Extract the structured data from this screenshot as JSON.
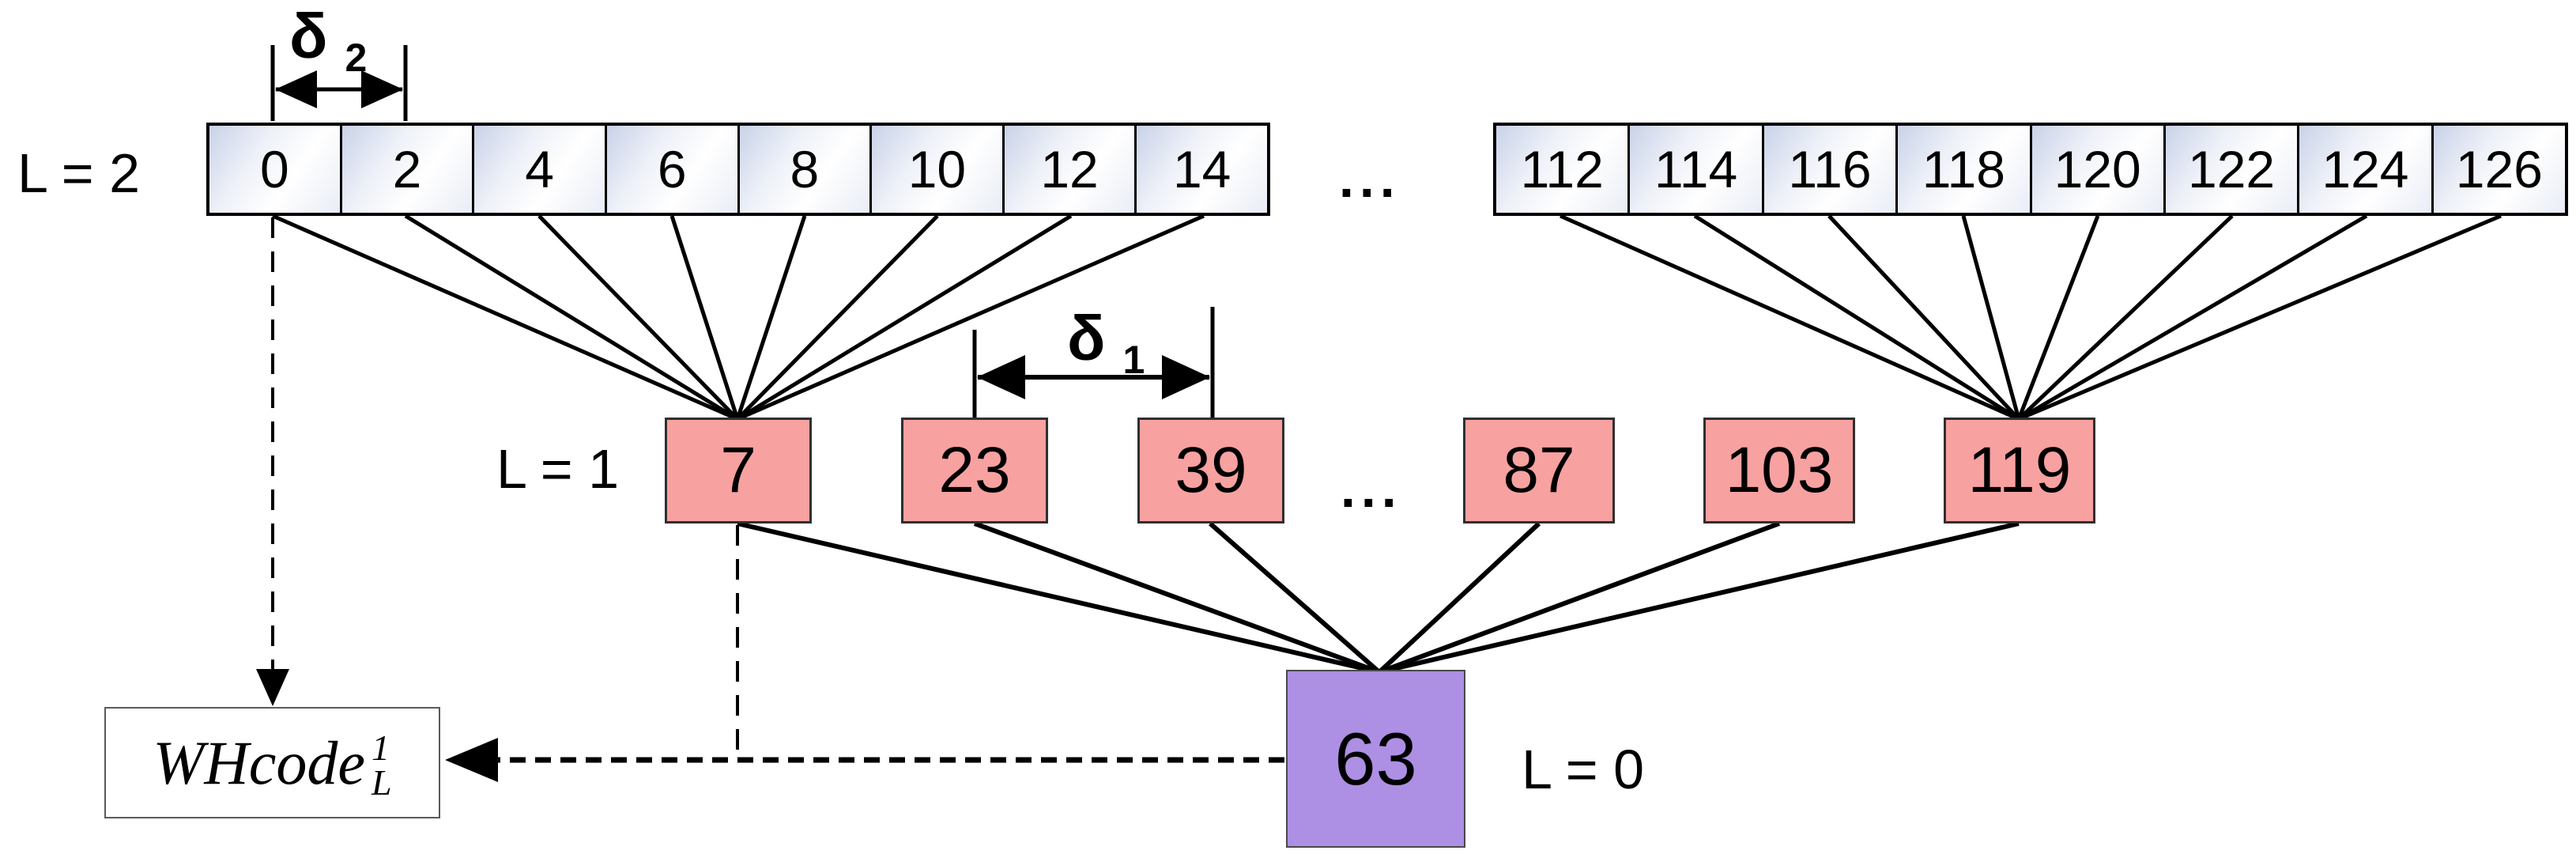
{
  "level2": {
    "label": "L = 2",
    "left_cells": [
      "0",
      "2",
      "4",
      "6",
      "8",
      "10",
      "12",
      "14"
    ],
    "right_cells": [
      "112",
      "114",
      "116",
      "118",
      "120",
      "122",
      "124",
      "126"
    ],
    "ellipsis": "..."
  },
  "level1": {
    "label": "L = 1",
    "boxes": [
      "7",
      "23",
      "39",
      "87",
      "103",
      "119"
    ],
    "ellipsis": "..."
  },
  "level0": {
    "label": "L = 0",
    "value": "63"
  },
  "markers": {
    "delta2": {
      "symbol": "δ",
      "subscript": "2"
    },
    "delta1": {
      "symbol": "δ",
      "subscript": "1"
    }
  },
  "output_box": {
    "base": "WHcode",
    "superscript": "1",
    "subscript": "L"
  },
  "colors": {
    "l1_fill": "#f7a1a1",
    "l0_fill": "#ad8fe4",
    "cell_tint": "#c9d2e8",
    "line": "#000000"
  }
}
